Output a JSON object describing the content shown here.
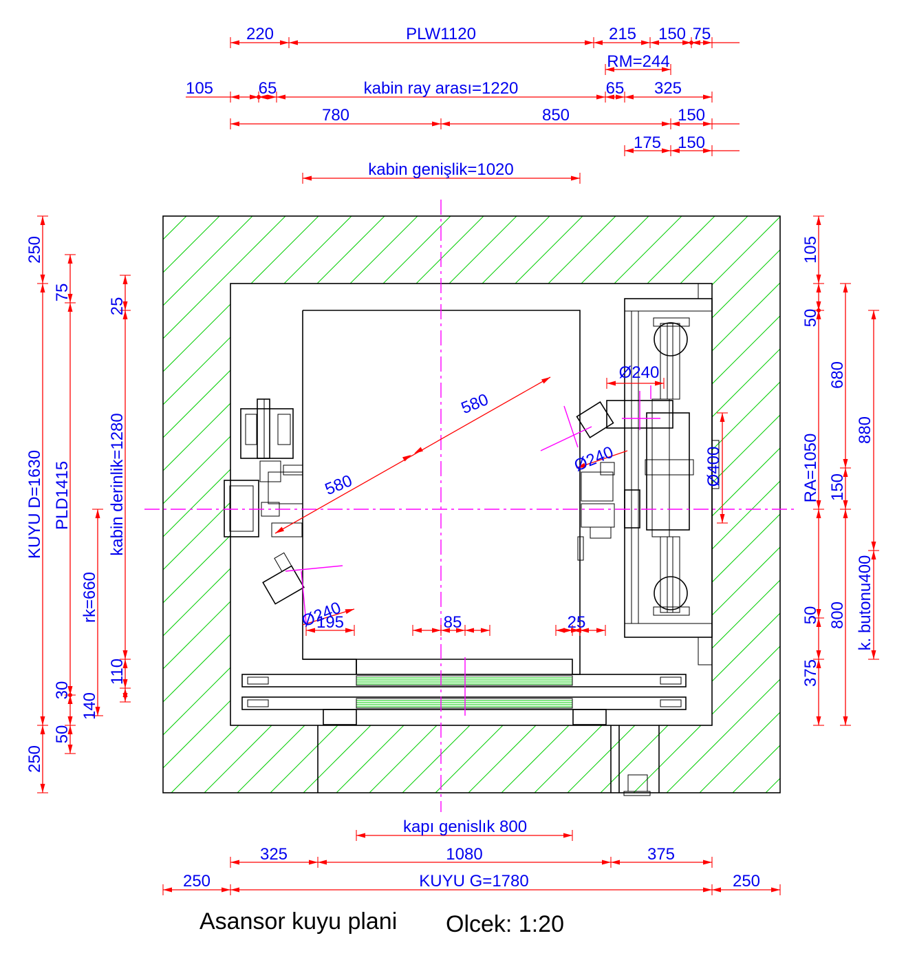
{
  "top": {
    "d220": "220",
    "plw": "PLW1120",
    "d215": "215",
    "d150a": "150",
    "d75": "75",
    "rm": "RM=244",
    "d105": "105",
    "d65a": "65",
    "ray": "kabin  ray arası=1220",
    "d65b": "65",
    "d325": "325",
    "d780": "780",
    "d850": "850",
    "d150b": "150",
    "d175": "175",
    "d150c": "150",
    "kabin_genislik": "kabin genişlik=1020"
  },
  "left": {
    "d250a": "250",
    "d75": "75",
    "d25": "25",
    "kuyu_d": "KUYU D=1630",
    "pld": "PLD1415",
    "kabin_derinlik": "kabin derinlik=1280",
    "rk": "rk=660",
    "d110": "110",
    "d30": "30",
    "d140": "140",
    "d50": "50",
    "d250b": "250"
  },
  "right": {
    "d105": "105",
    "d50a": "50",
    "d680": "680",
    "d880": "880",
    "ra": "RA=1050",
    "d150": "150",
    "kbutonu": "k. butonu400",
    "d50b": "50",
    "d800": "800",
    "d375": "375"
  },
  "inner": {
    "phi240a": "Ø240",
    "d580a": "580",
    "d580b": "580",
    "phi240b": "Ø240",
    "phi400": "Ø400",
    "phi240c": "Ø240",
    "d195": "195",
    "d85": "85",
    "d25": "25"
  },
  "bottom": {
    "kapi": "kapı genislık 800",
    "d325": "325",
    "d1080": "1080",
    "d375": "375",
    "d250a": "250",
    "kuyu_g": "KUYU G=1780",
    "d250b": "250"
  },
  "title": {
    "name": "Asansor kuyu plani",
    "scale": "Olcek: 1:20"
  },
  "colors": {
    "dimension_text": "#0000ee",
    "dimension_line": "#ff0000",
    "hatch": "#00cc00",
    "centerline": "#ff00ff"
  }
}
